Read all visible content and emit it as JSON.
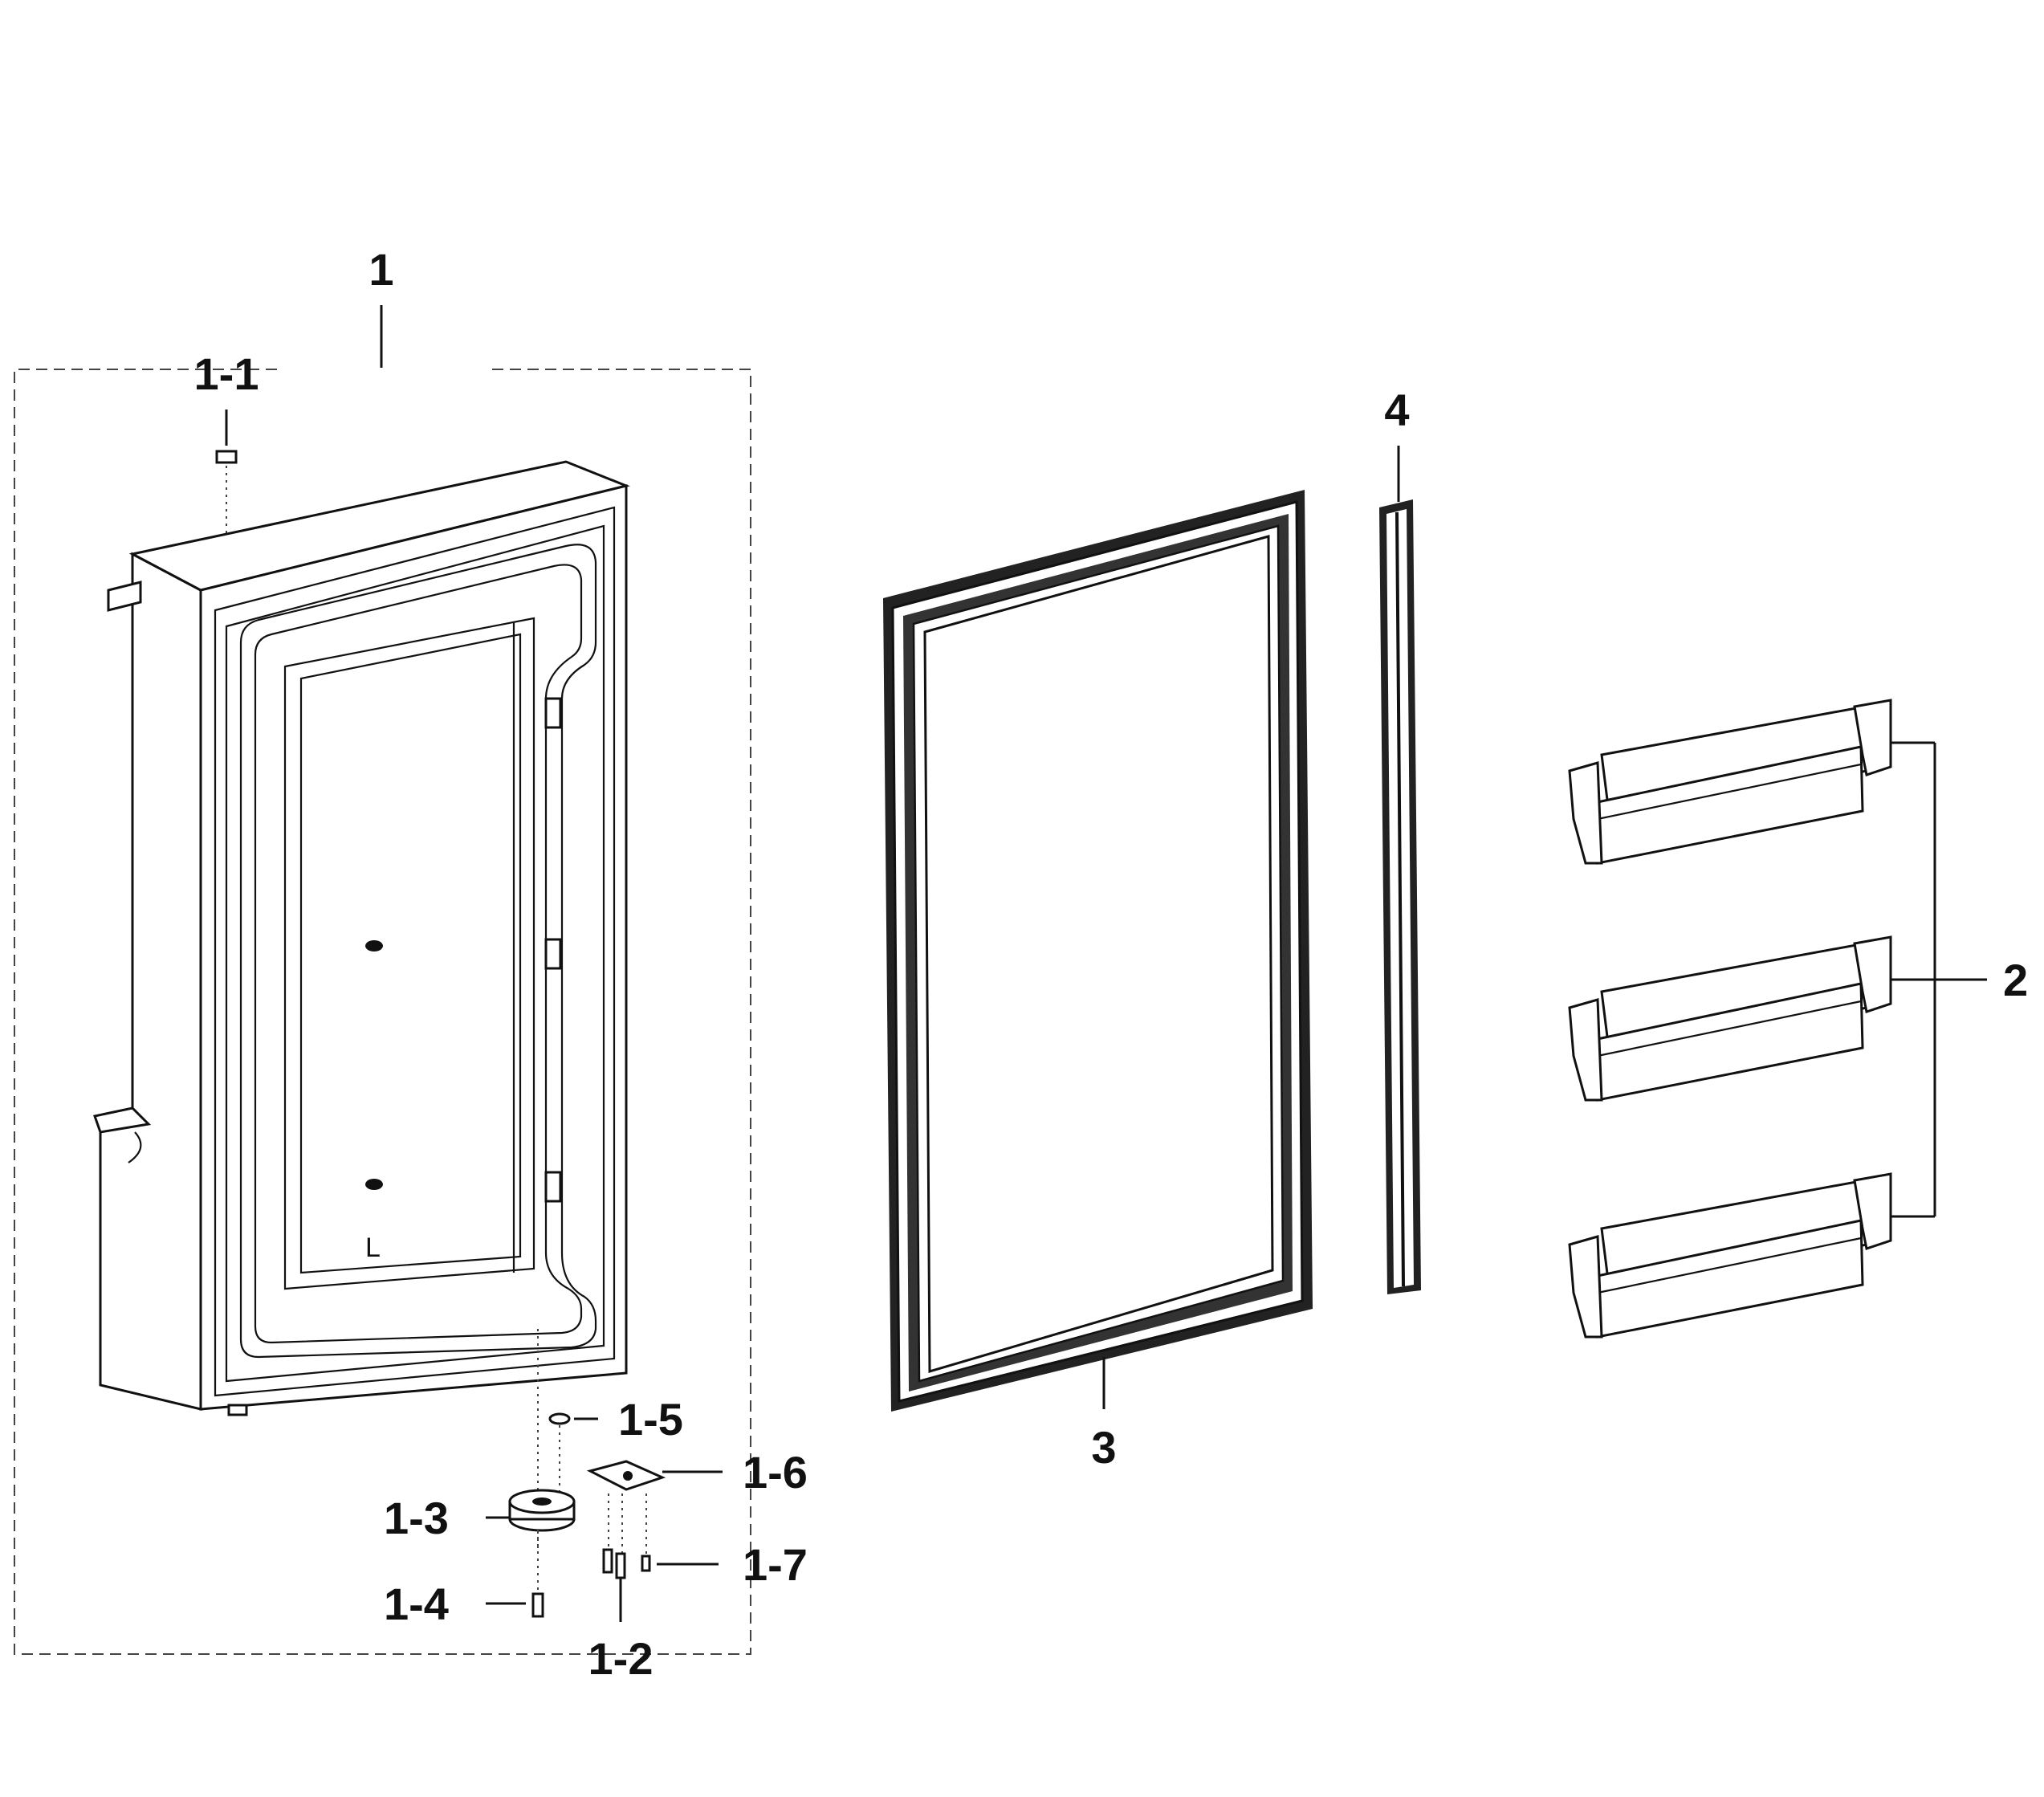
{
  "diagram": {
    "labels": {
      "door_assembly": "1",
      "door_cap": "1-1",
      "screw_a": "1-2",
      "hinge": "1-3",
      "pin": "1-4",
      "washer": "1-5",
      "bracket": "1-6",
      "screw_b": "1-7",
      "door_guard": "2",
      "gasket": "3",
      "strip": "4"
    },
    "door_mark": "L"
  }
}
